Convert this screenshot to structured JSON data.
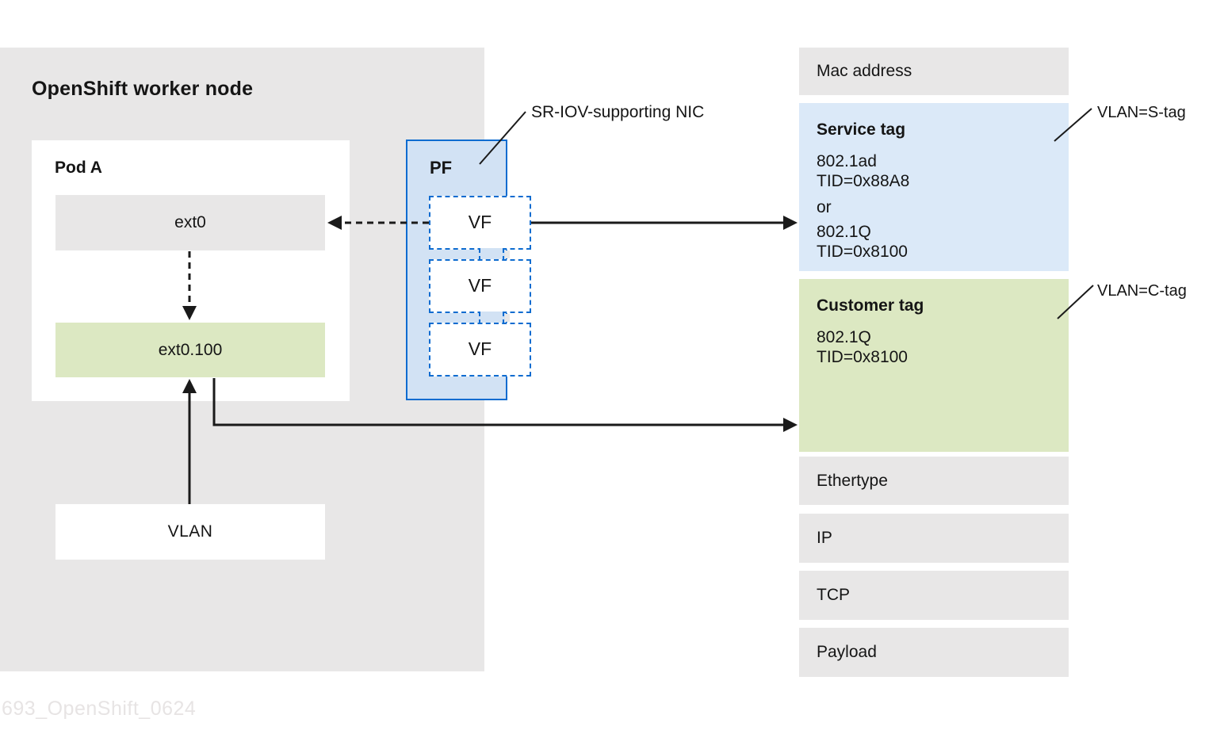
{
  "diagram": {
    "worker_node": {
      "title": "OpenShift worker node"
    },
    "pod": {
      "title": "Pod A",
      "interfaces": {
        "ext0": "ext0",
        "ext0_100": "ext0.100"
      }
    },
    "vlan_box": {
      "label": "VLAN"
    },
    "nic": {
      "pf_label": "PF",
      "vf_labels": [
        "VF",
        "VF",
        "VF"
      ],
      "annotation": "SR-IOV-supporting NIC"
    },
    "packet": {
      "mac": {
        "label": "Mac address"
      },
      "service": {
        "title": "Service tag",
        "lines": [
          "802.1ad",
          "TID=0x88A8",
          "or",
          "802.1Q",
          "TID=0x8100"
        ],
        "annotation": "VLAN=S-tag"
      },
      "customer": {
        "title": "Customer tag",
        "lines": [
          "802.1Q",
          "TID=0x8100"
        ],
        "annotation": "VLAN=C-tag"
      },
      "others": [
        "Ethertype",
        "IP",
        "TCP",
        "Payload"
      ]
    },
    "watermark": "693_OpenShift_0624",
    "colors": {
      "container_gray": "#e8e7e7",
      "green": "#dce8c2",
      "blue_fill": "#d2e2f4",
      "blue_light": "#dbe9f8",
      "blue_border": "#0e6cd0",
      "line_black": "#1a1a1a",
      "watermark_gray": "#e7e4e4"
    }
  }
}
